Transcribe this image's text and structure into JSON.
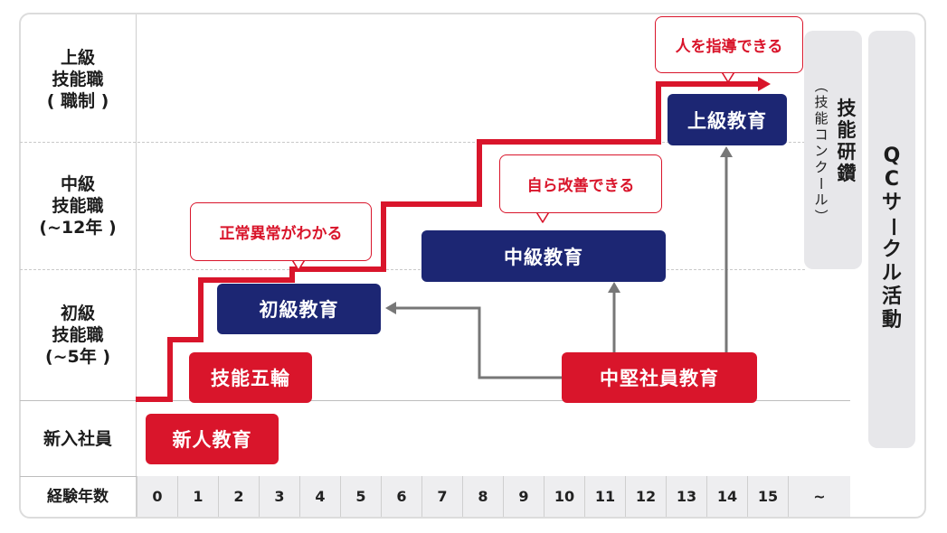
{
  "rows": {
    "senior": "上級\n技能職\n( 職制 )",
    "middle": "中級\n技能職\n(~12年 )",
    "junior": "初級\n技能職\n(~5年 )",
    "newcomer": "新入社員",
    "years_header": "経験年数"
  },
  "years": [
    "0",
    "1",
    "2",
    "3",
    "4",
    "5",
    "6",
    "7",
    "8",
    "9",
    "10",
    "11",
    "12",
    "13",
    "14",
    "15",
    "~"
  ],
  "programs": {
    "new_hire": "新人教育",
    "skills_olympics": "技能五輪",
    "basic": "初級教育",
    "intermediate": "中級教育",
    "advanced": "上級教育",
    "mid_career": "中堅社員教育"
  },
  "bubbles": {
    "junior": "正常異常がわかる",
    "middle": "自ら改善できる",
    "senior": "人を指導できる"
  },
  "side": {
    "skill_study": [
      "技",
      "能",
      "研",
      "鑽"
    ],
    "skill_study_sub": [
      "（",
      "技",
      "能",
      "コ",
      "ン",
      "ク",
      "ー",
      "ル",
      "）"
    ],
    "qc": [
      "Q",
      "C",
      "サ",
      "ー",
      "ク",
      "ル",
      "活",
      "動"
    ]
  },
  "colors": {
    "navy": "#1c2673",
    "red": "#d9152b",
    "arrow_gray": "#777777",
    "panel_gray": "#e7e7ea"
  }
}
